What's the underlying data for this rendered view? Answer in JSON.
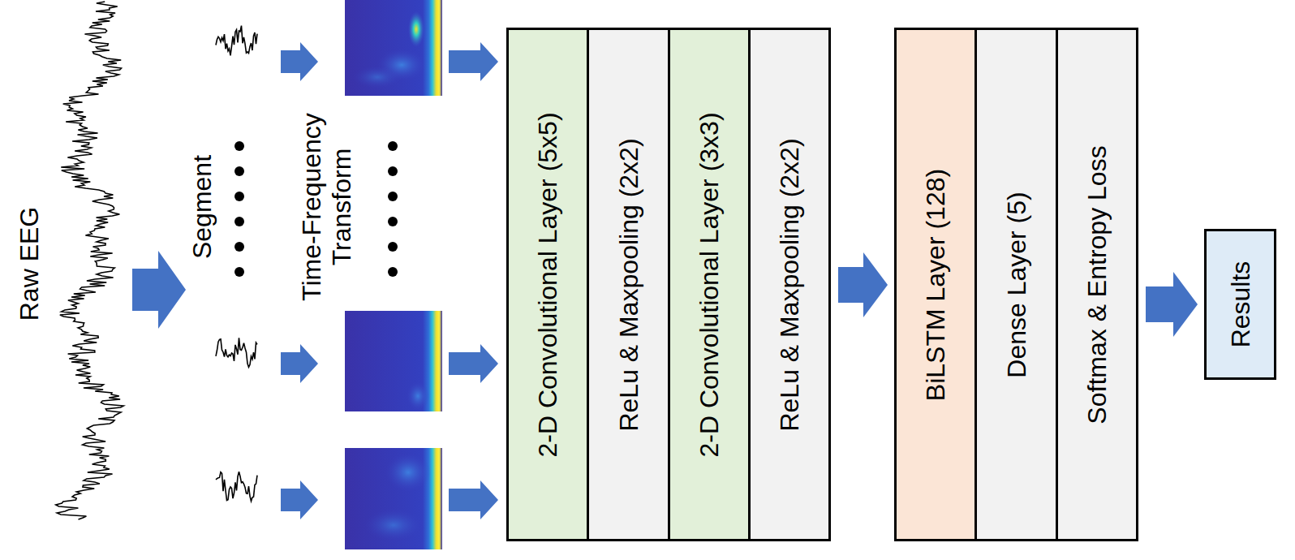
{
  "diagram": {
    "nodes": [
      {
        "text": [
          "2-D Convolutional Layer (5x5)"
        ]
      },
      {
        "text": [
          "ReLu & Maxpooling (2x2)"
        ]
      },
      {
        "text": [
          "2-D Convolutional Layer (3x3)"
        ]
      },
      {
        "text": [
          "ReLu & Maxpooling (2x2)"
        ]
      },
      {
        "text": [
          "BiLSTM Layer (128)"
        ]
      },
      {
        "text": [
          "Dense Layer (5)"
        ]
      },
      {
        "text": [
          "Softmax & Entropy Loss"
        ]
      },
      {
        "text": [
          "Results"
        ]
      }
    ],
    "edges": [
      {
        "from": 3,
        "to": 4,
        "arrow": "to"
      },
      {
        "from": 6,
        "to": 7,
        "arrow": "to"
      }
    ],
    "labels": [
      "Raw EEG",
      "Segment",
      "Time-Frequency Transform"
    ]
  }
}
